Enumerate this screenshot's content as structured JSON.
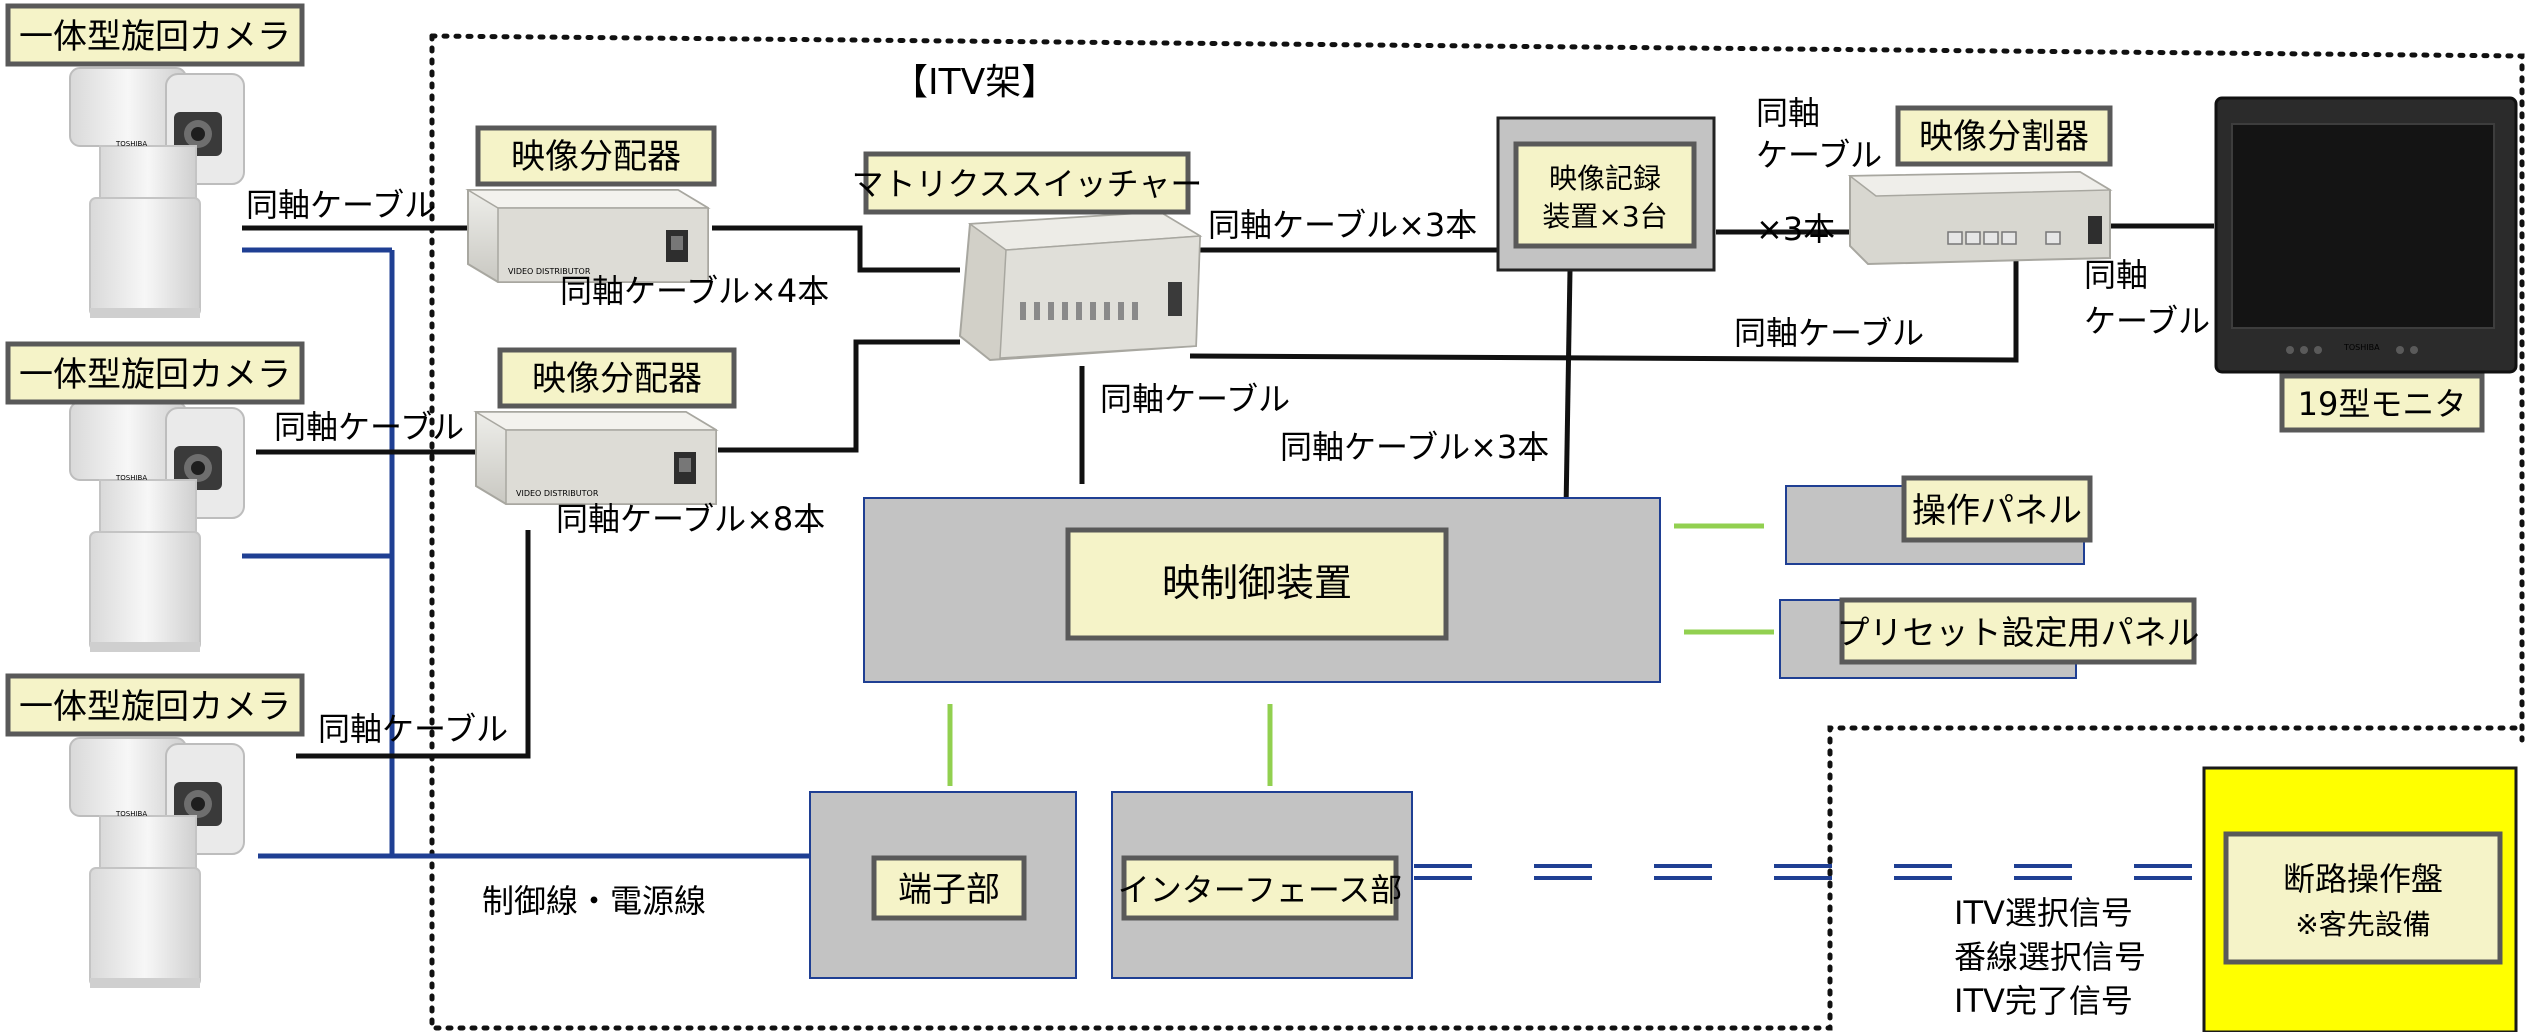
{
  "rack_title": "【ITV架】",
  "cameras": [
    {
      "label": "一体型旋回カメラ",
      "brand": "TOSHIBA"
    },
    {
      "label": "一体型旋回カメラ",
      "brand": "TOSHIBA"
    },
    {
      "label": "一体型旋回カメラ",
      "brand": "TOSHIBA"
    }
  ],
  "devices": {
    "distributor_1": "映像分配器",
    "distributor_2": "映像分配器",
    "distributor_plate": "VIDEO DISTRIBUTOR",
    "matrix_switcher": "マトリクススイッチャー",
    "recorder_line1": "映像記録",
    "recorder_line2": "装置×3台",
    "splitter": "映像分割器",
    "monitor": "19型モニタ",
    "monitor_brand": "TOSHIBA",
    "controller": "映制御装置",
    "operation_panel": "操作パネル",
    "preset_panel": "プリセット設定用パネル",
    "terminal_unit": "端子部",
    "interface_unit": "インターフェース部",
    "breaker_panel_line1": "断路操作盤",
    "breaker_panel_line2": "※客先設備"
  },
  "cables": {
    "cam1": "同軸ケーブル",
    "cam2": "同軸ケーブル",
    "cam3": "同軸ケーブル",
    "dist1_x4": "同軸ケーブル×4本",
    "dist2_x8": "同軸ケーブル×8本",
    "matrix_to_recorder": "同軸ケーブル×3本",
    "rec_to_split_line1": "同軸",
    "rec_to_split_line2": "ケーブル",
    "rec_to_split_count": "×3本",
    "split_to_monitor_line1": "同軸",
    "split_to_monitor_line2": "ケーブル",
    "matrix_to_splitter": "同軸ケーブル",
    "matrix_to_controller": "同軸ケーブル",
    "recorder_to_controller": "同軸ケーブル×3本",
    "control_power": "制御線・電源線"
  },
  "signals": [
    "ITV選択信号",
    "番線選択信号",
    "ITV完了信号"
  ],
  "colors": {
    "box_gray": "#c3c3c3",
    "label_fill": "#f5f3c8",
    "label_border": "#595959",
    "blue_line": "#1f3f93",
    "green_line": "#92d050",
    "yellow_panel": "#ffff00"
  }
}
